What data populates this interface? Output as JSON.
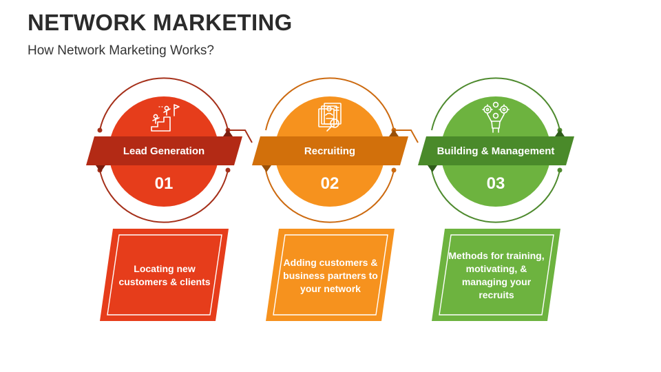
{
  "header": {
    "title": "NETWORK MARKETING",
    "subtitle": "How Network Marketing Works?"
  },
  "steps": [
    {
      "label": "Lead Generation",
      "number": "01",
      "description": "Locating new customers & clients",
      "icon": "leader-stairs-icon",
      "colors": {
        "circle": "#e63d1b",
        "ribbon": "#b32a15",
        "fold": "#7a1d0e",
        "ring": "#a5301a",
        "card": "#e63d1b"
      }
    },
    {
      "label": "Recruiting",
      "number": "02",
      "description": "Adding customers & business partners to your network",
      "icon": "resume-search-icon",
      "colors": {
        "circle": "#f6921e",
        "ribbon": "#d2700b",
        "fold": "#9a5008",
        "ring": "#cc6a10",
        "card": "#f6921e"
      }
    },
    {
      "label": "Building & Management",
      "number": "03",
      "description": "Methods for training, motivating, & managing your recruits",
      "icon": "person-gears-icon",
      "colors": {
        "circle": "#6db33f",
        "ribbon": "#4a8a2a",
        "fold": "#2f5c1b",
        "ring": "#4e8a2e",
        "card": "#6db33f"
      }
    }
  ]
}
